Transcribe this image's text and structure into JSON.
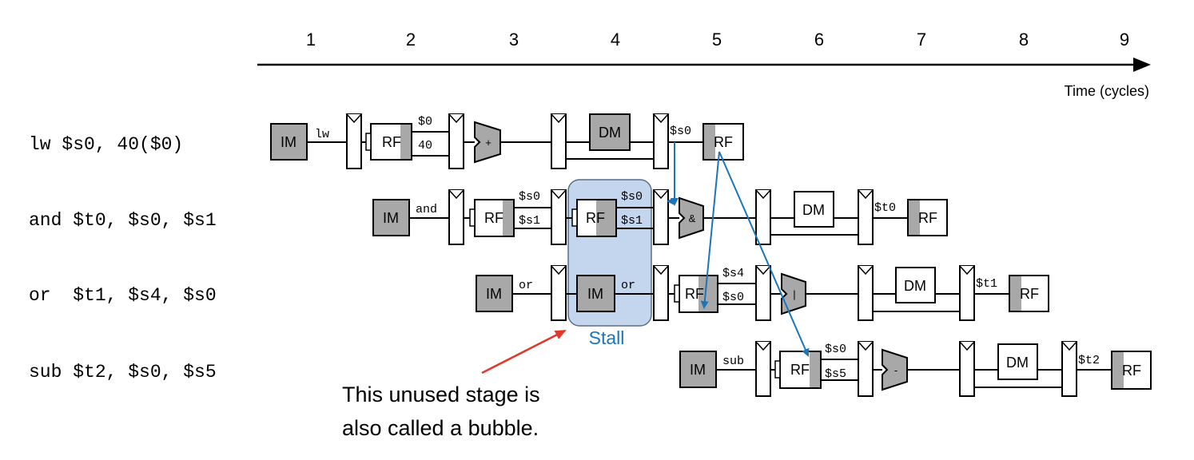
{
  "cycles": [
    "1",
    "2",
    "3",
    "4",
    "5",
    "6",
    "7",
    "8",
    "9"
  ],
  "time_label": "Time (cycles)",
  "instructions": [
    {
      "text": "lw $s0, 40($0)"
    },
    {
      "text": "and $t0, $s0, $s1"
    },
    {
      "text": "or  $t1, $s4, $s0"
    },
    {
      "text": "sub $t2, $s0, $s5"
    }
  ],
  "units": {
    "im": "IM",
    "rf": "RF",
    "dm": "DM"
  },
  "stages": {
    "lw": {
      "fetch": "lw",
      "src_a": "$0",
      "src_b": "40",
      "alu_sign": "+",
      "dest": "$s0"
    },
    "and": {
      "fetch": "and",
      "src_a": "$s0",
      "src_b": "$s1",
      "alu_sign": "&",
      "dest": "$t0",
      "stall_src_a": "$s0",
      "stall_src_b": "$s1"
    },
    "or": {
      "fetch": "or",
      "stall_fetch": "or",
      "src_a": "$s4",
      "src_b": "$s0",
      "alu_sign": "|",
      "dest": "$t1"
    },
    "sub": {
      "fetch": "sub",
      "src_a": "$s0",
      "src_b": "$s5",
      "alu_sign": "-",
      "dest": "$t2"
    }
  },
  "stall_label": "Stall",
  "annotation": [
    "This unused stage is",
    "also called a bubble."
  ],
  "colors": {
    "unit_gray": "#a8a8a8",
    "stall_fill": "#c4d6ee",
    "stall_stroke": "#5a6e85",
    "forward_arrow": "#1a75bb",
    "note_arrow": "#e0392a"
  }
}
